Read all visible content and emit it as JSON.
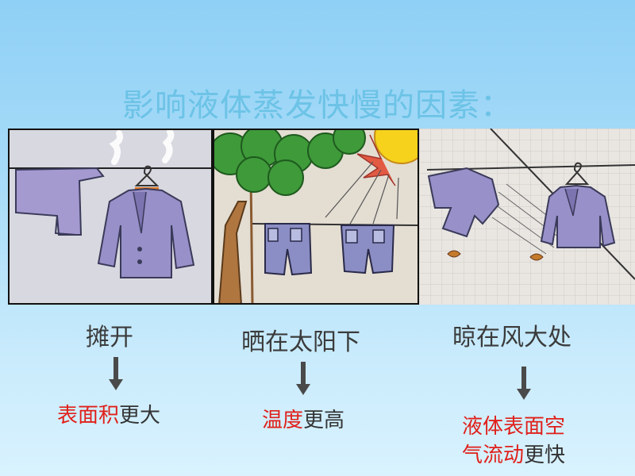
{
  "title": "影响液体蒸发快慢的因素：",
  "panels": [
    {
      "caption": "摊开",
      "result_red": "表面积",
      "result_black": "更大"
    },
    {
      "caption": "晒在太阳下",
      "result_red": "温度",
      "result_black": "更高"
    },
    {
      "caption": "晾在风大处",
      "result_red_line1": "液体表面空",
      "result_red_line2": "气流动",
      "result_black": "更快"
    }
  ],
  "colors": {
    "title": "#6cc3e6",
    "highlight": "#e0201a",
    "jacket": "#9890c8",
    "sun": "#f6d21c",
    "tree": "#3f9a3a"
  }
}
